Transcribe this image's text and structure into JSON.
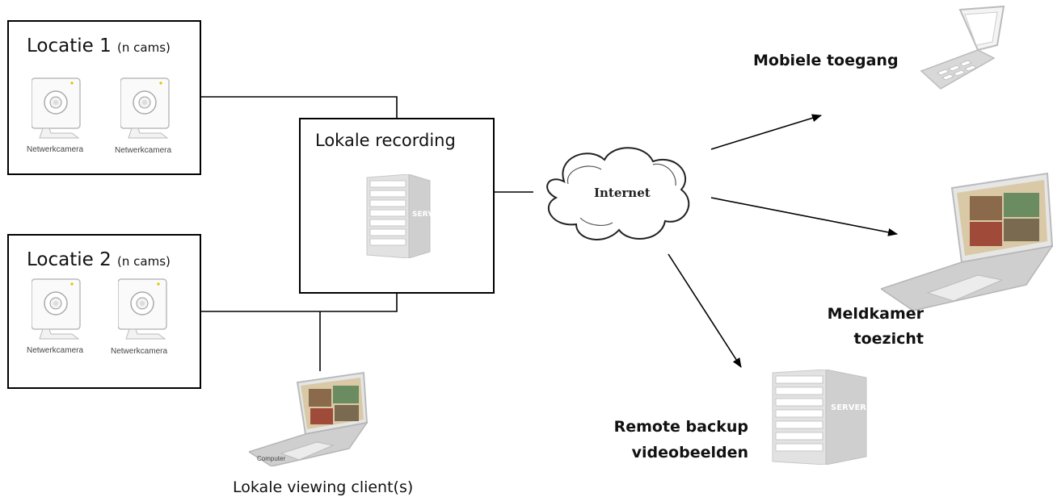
{
  "locations": [
    {
      "title": "Locatie 1",
      "subtitle": "(n cams)",
      "cams": [
        "Netwerkcamera",
        "Netwerkcamera"
      ]
    },
    {
      "title": "Locatie 2",
      "subtitle": "(n cams)",
      "cams": [
        "Netwerkcamera",
        "Netwerkcamera"
      ]
    }
  ],
  "recording": {
    "title": "Lokale recording",
    "server_text": "SERVER"
  },
  "internet": {
    "label": "Internet"
  },
  "endpoints": {
    "mobile": "Mobiele toegang",
    "meldkamer_line1": "Meldkamer",
    "meldkamer_line2": "toezicht",
    "backup_line1": "Remote backup",
    "backup_line2": "videobeelden",
    "backup_server_text": "SERVER"
  },
  "client": {
    "computer_label": "Computer",
    "caption": "Lokale viewing client(s)"
  },
  "colors": {
    "line": "#000000",
    "device_gray": "#c8c8c8",
    "server_gray": "#d6d6d6"
  },
  "icons": [
    "network-camera-icon",
    "server-icon",
    "cloud-icon",
    "mobile-phone-icon",
    "laptop-icon"
  ]
}
